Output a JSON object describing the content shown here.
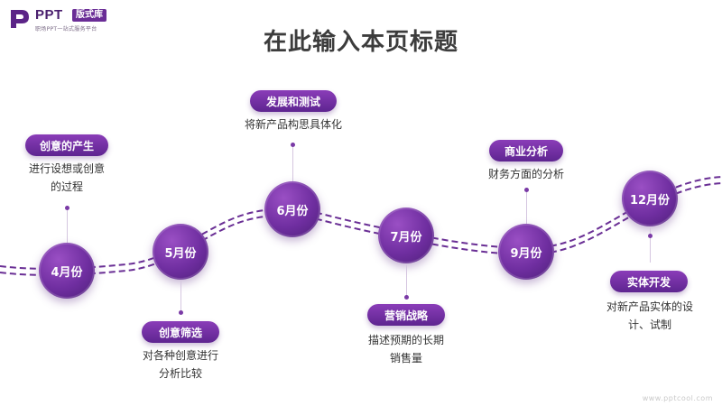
{
  "logo": {
    "brand": "PPT",
    "badge": "版式库",
    "tagline": "职场PPT一站式服务平台"
  },
  "title": "在此输入本页标题",
  "milestones": [
    {
      "month": "4月份",
      "label": "创意的产生",
      "desc_lines": [
        "进行设想或创意",
        "的过程"
      ]
    },
    {
      "month": "5月份",
      "label": "创意筛选",
      "desc_lines": [
        "对各种创意进行",
        "分析比较"
      ]
    },
    {
      "month": "6月份",
      "label": "发展和测试",
      "desc_lines": [
        "将新产品构思具体化"
      ]
    },
    {
      "month": "7月份",
      "label": "营销战略",
      "desc_lines": [
        "描述预期的长期",
        "销售量"
      ]
    },
    {
      "month": "9月份",
      "label": "商业分析",
      "desc_lines": [
        "财务方面的分析"
      ]
    },
    {
      "month": "12月份",
      "label": "实体开发",
      "desc_lines": [
        "对新产品实体的设",
        "计、试制"
      ]
    }
  ],
  "watermark": "www.pptcool.com",
  "colors": {
    "accent": "#6f2ea0",
    "track": "#7a3aa6",
    "title": "#3c3c3c"
  }
}
